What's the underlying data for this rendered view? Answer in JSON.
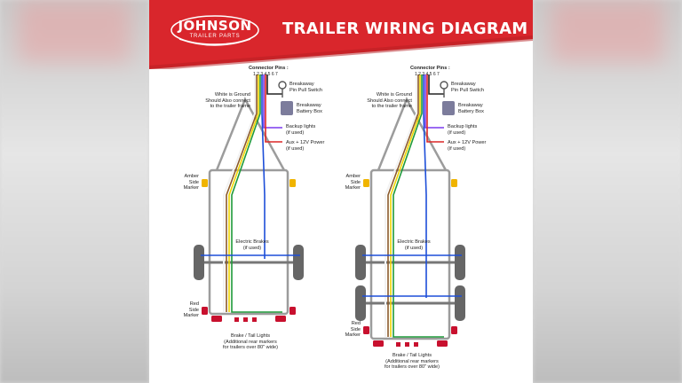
{
  "header": {
    "title": "TRAILER WIRING DIAGRAM",
    "logo_brand": "JOHNSON",
    "logo_sub": "TRAILER PARTS"
  },
  "colors": {
    "banner_red": "#d9262c",
    "frame": "#9c9c9c",
    "wire_white": "#f2f2f2",
    "wire_brown": "#8b5a2b",
    "wire_yellow": "#f0d400",
    "wire_green": "#1f9a3a",
    "wire_blue": "#1d4ed8",
    "wire_black": "#222222",
    "wire_purple": "#7c3aed",
    "wire_red": "#dc2626",
    "amber": "#f0b400",
    "tail_red": "#c8102e"
  },
  "left_diagram": {
    "connector_pins_label": "Connector Pins :",
    "pin_numbers": "1 2 3 4 5 6 7",
    "breakaway_switch": "Breakaway\nPin Pull Switch",
    "ground_note": "White is Ground\nShould Also connect\nto the trailer frame",
    "battery_box": "Breakaway\nBattery Box",
    "backup_lights": "Backup lights\n(if used)",
    "aux_power": "Aux + 12V Power\n(if used)",
    "amber_marker": "Amber\nSide\nMarker",
    "electric_brakes": "Electric Brakes\n(if used)",
    "red_marker": "Red\nSide\nMarker",
    "tail_lights": "Brake / Tail Lights\n(Additional rear markers\nfor trailers over 80\" wide)"
  },
  "right_diagram": {
    "connector_pins_label": "Connector Pins :",
    "pin_numbers": "1 2 3 4 5 6 7",
    "breakaway_switch": "Breakaway\nPin Pull Switch",
    "ground_note": "White is Ground\nShould Also connect\nto the trailer frame",
    "battery_box": "Breakaway\nBattery Box",
    "backup_lights": "Backup lights\n(if used)",
    "aux_power": "Aux + 12V Power\n(if used)",
    "amber_marker": "Amber\nSide\nMarker",
    "electric_brakes": "Electric Brakes\n(if used)",
    "red_marker": "Red\nSide\nMarker",
    "tail_lights": "Brake / Tail Lights\n(Additional rear markers\nfor trailers over 80\" wide)"
  }
}
